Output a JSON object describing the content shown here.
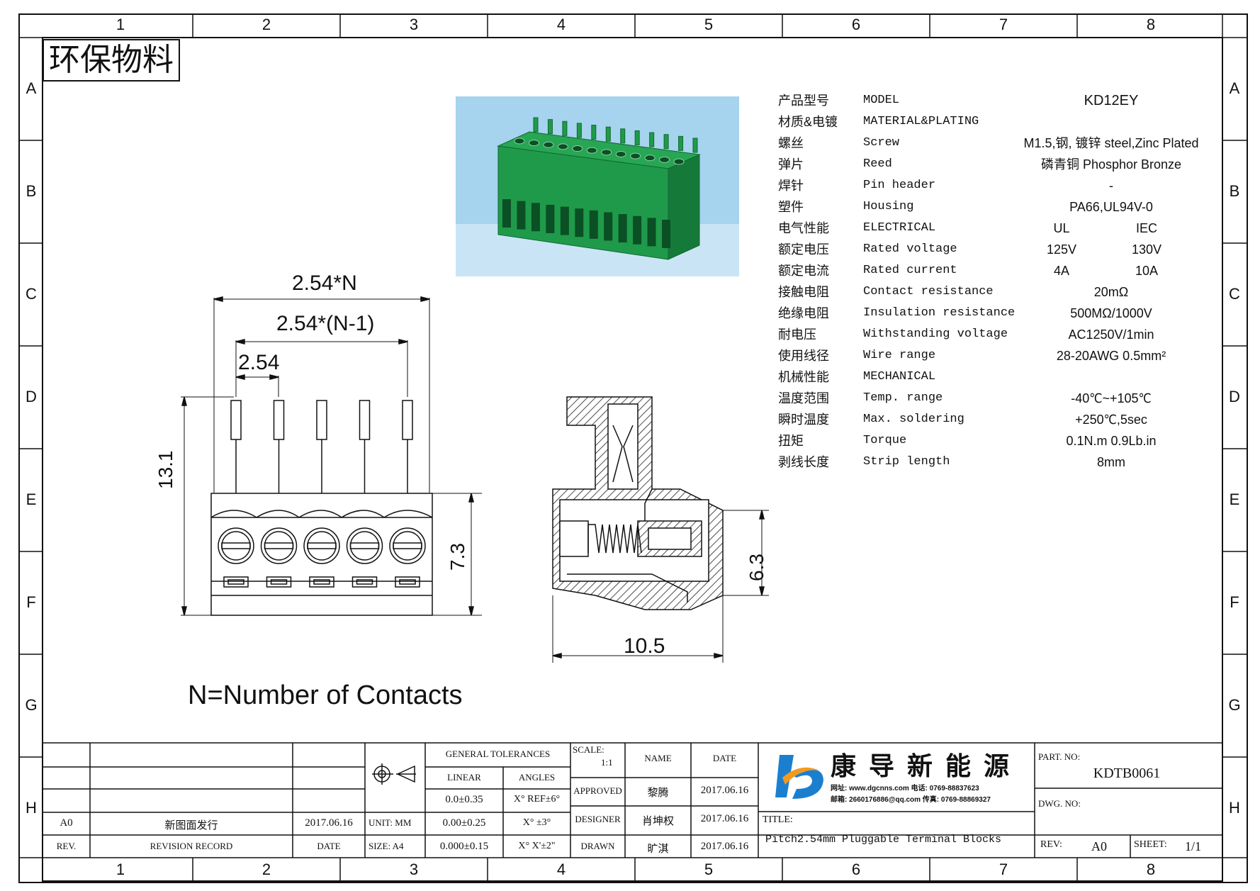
{
  "zones": {
    "columns": [
      "1",
      "2",
      "3",
      "4",
      "5",
      "6",
      "7",
      "8"
    ],
    "rows": [
      "A",
      "B",
      "C",
      "D",
      "E",
      "F",
      "G",
      "H"
    ]
  },
  "stamp": "环保物料",
  "specs": {
    "model": {
      "cn": "产品型号",
      "en": "MODEL",
      "value": "KD12EY"
    },
    "material": {
      "cn": "材质&电镀",
      "en": "MATERIAL&PLATING"
    },
    "screw": {
      "cn": "螺丝",
      "en": "Screw",
      "value": "M1.5,钢, 镀锌 steel,Zinc Plated"
    },
    "reed": {
      "cn": "弹片",
      "en": "Reed",
      "value": "磷青铜 Phosphor Bronze"
    },
    "pin": {
      "cn": "焊针",
      "en": "Pin header",
      "value": "-"
    },
    "housing": {
      "cn": "塑件",
      "en": "Housing",
      "value": "PA66,UL94V-0"
    },
    "electrical": {
      "cn": "电气性能",
      "en": "ELECTRICAL",
      "ul": "UL",
      "iec": "IEC"
    },
    "voltage": {
      "cn": "额定电压",
      "en": "Rated voltage",
      "ul": "125V",
      "iec": "130V"
    },
    "current": {
      "cn": "额定电流",
      "en": "Rated current",
      "ul": "4A",
      "iec": "10A"
    },
    "contact": {
      "cn": "接触电阻",
      "en": "Contact resistance",
      "value": "20mΩ"
    },
    "insulation": {
      "cn": "绝缘电阻",
      "en": "Insulation resistance",
      "value": "500MΩ/1000V"
    },
    "withstand": {
      "cn": "耐电压",
      "en": "Withstanding voltage",
      "value": "AC1250V/1min"
    },
    "wire": {
      "cn": "使用线径",
      "en": "Wire range",
      "value": "28-20AWG 0.5mm²"
    },
    "mechanical": {
      "cn": "机械性能",
      "en": "MECHANICAL"
    },
    "temp": {
      "cn": "温度范围",
      "en": "Temp. range",
      "value": "-40℃~+105℃"
    },
    "solder": {
      "cn": "瞬时温度",
      "en": "Max. soldering",
      "value": "+250℃,5sec"
    },
    "torque": {
      "cn": "扭矩",
      "en": "Torque",
      "value": "0.1N.m  0.9Lb.in"
    },
    "strip": {
      "cn": "剥线长度",
      "en": "Strip length",
      "value": "8mm"
    }
  },
  "front_view": {
    "dim_total": "2.54*N",
    "dim_pitch_n1": "2.54*(N-1)",
    "dim_pitch": "2.54",
    "dim_height": "13.1",
    "dim_body": "7.3",
    "positions": 5
  },
  "side_view": {
    "dim_width": "10.5",
    "dim_height": "6.3"
  },
  "note": "N=Number of Contacts",
  "title_block": {
    "tolerances_header": "GENERAL TOLERANCES",
    "linear": "LINEAR",
    "angles": "ANGLES",
    "lin1": "0.0±0.35",
    "lin2": "0.00±0.25",
    "lin3": "0.000±0.15",
    "ang1": "X° REF±6°",
    "ang2": "X° ±3°",
    "ang3": "X° X'±2\"",
    "unit": "UNIT: MM",
    "size": "SIZE: A4",
    "scale_label": "SCALE:",
    "scale_value": "1:1",
    "name_h": "NAME",
    "date_h": "DATE",
    "approved": "APPROVED",
    "designer": "DESIGNER",
    "drawn": "DRAWN",
    "approved_name": "黎腾",
    "designer_name": "肖坤权",
    "drawn_name": "旷淇",
    "approved_date": "2017.06.16",
    "designer_date": "2017.06.16",
    "drawn_date": "2017.06.16",
    "rev_col": "REV.",
    "record_col": "REVISION RECORD",
    "date_col": "DATE",
    "rev_a0": "A0",
    "record_a0": "新图面发行",
    "date_a0": "2017.06.16",
    "company": "康 导 新 能 源",
    "contact1": "网址: www.dgcnns.com  电话: 0769-88837623",
    "contact2": "邮箱: 2660176886@qq.com  传真: 0769-88869327",
    "title_label": "TITLE:",
    "title_value": "Pitch2.54mm Pluggable Terminal Blocks",
    "part_label": "PART. NO:",
    "part_value": "KDTB0061",
    "dwg_label": "DWG. NO:",
    "rev_label": "REV:",
    "rev_value": "A0",
    "sheet_label": "SHEET:",
    "sheet_value": "1/1"
  },
  "colors": {
    "line": "#111111",
    "connector_green": "#1f9a4a",
    "connector_dark": "#0f6b31",
    "photo_bg": "#a6d3ee",
    "logo_blue": "#1b7fd0",
    "logo_orange": "#f39a1e"
  }
}
